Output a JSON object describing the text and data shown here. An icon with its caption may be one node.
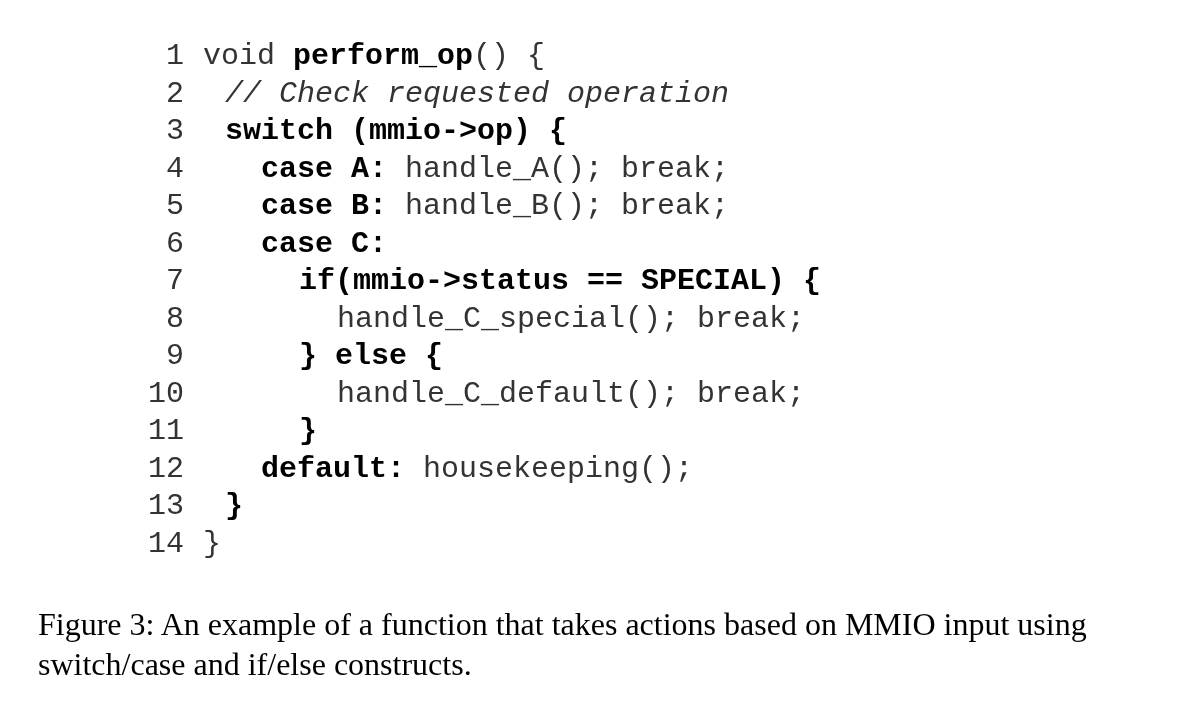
{
  "diagram": {
    "caption": "Figure 3: An example of a function that takes actions based on MMIO input using switch/case and if/else constructs.",
    "labels": [
      "1",
      "void **perform_op**() {",
      "2",
      "// Check requested operation",
      "3",
      "switch (mmio->op) {",
      "4",
      "**case A:** handle_A(); break;",
      "5",
      "**case B:** handle_B(); break;",
      "6",
      "case C:",
      "7",
      "if(mmio->status == SPECIAL) {",
      "8",
      "handle_C_special(); break;",
      "9",
      "} else {",
      "10",
      "handle_C_default(); break;",
      "11",
      "}",
      "12",
      "**default:** housekeeping();",
      "13",
      "}",
      "14",
      "}"
    ]
  }
}
